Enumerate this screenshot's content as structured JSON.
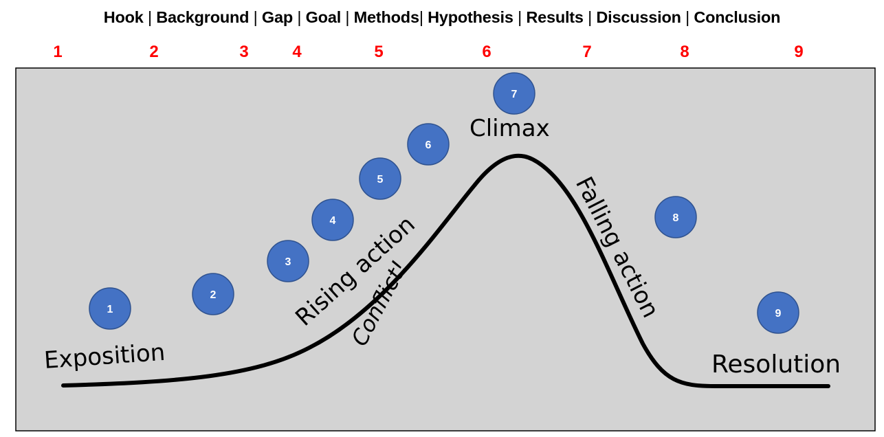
{
  "header": {
    "sections": [
      "Hook",
      "Background",
      "Gap",
      "Goal",
      "Methods",
      "Hypothesis",
      "Results",
      "Discussion",
      "Conclusion"
    ],
    "numbers": [
      "1",
      "2",
      "3",
      "4",
      "5",
      "6",
      "7",
      "8",
      "9"
    ]
  },
  "stages": {
    "exposition": "Exposition",
    "rising": "Rising action",
    "conflict": "Conflict!",
    "climax": "Climax",
    "falling": "Falling action",
    "resolution": "Resolution"
  },
  "circles": [
    "1",
    "2",
    "3",
    "4",
    "5",
    "6",
    "7",
    "8",
    "9"
  ],
  "colors": {
    "number_red": "#ff0000",
    "circle_fill": "#4472c4",
    "circle_stroke": "#2f528f",
    "panel_fill": "#d3d3d3"
  }
}
